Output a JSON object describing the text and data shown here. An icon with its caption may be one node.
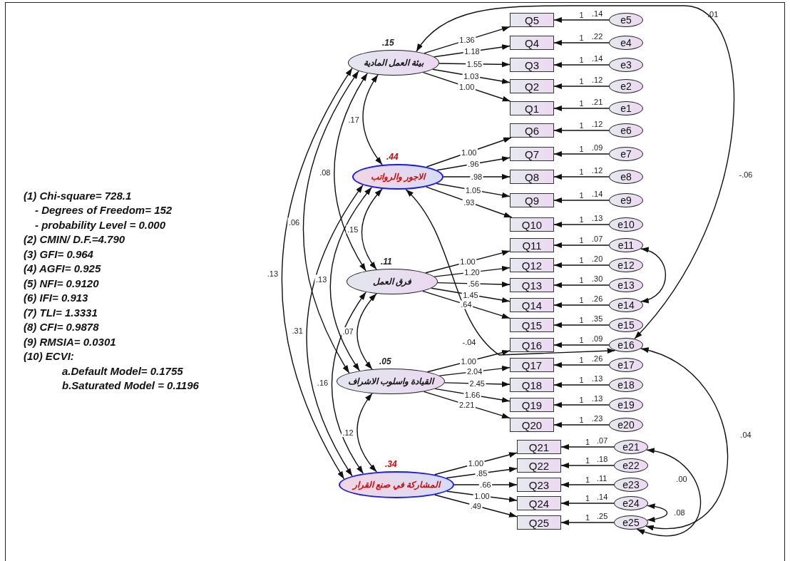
{
  "diagram": {
    "nodes": [
      {
        "text": [
          "بيئة العمل المادية"
        ],
        "beside": [
          ".15"
        ]
      },
      {
        "text": [
          "الاجور والرواتب"
        ],
        "beside": [
          ".44"
        ]
      },
      {
        "text": [
          "فرق العمل"
        ],
        "beside": [
          ".11"
        ]
      },
      {
        "text": [
          "القيادة واسلوب الاشراف"
        ],
        "beside": [
          ".05"
        ]
      },
      {
        "text": [
          "المشاركة في صنع القرار"
        ],
        "beside": [
          ".34"
        ]
      },
      {
        "text": [
          "Q5"
        ]
      },
      {
        "text": [
          "Q4"
        ]
      },
      {
        "text": [
          "Q3"
        ]
      },
      {
        "text": [
          "Q2"
        ]
      },
      {
        "text": [
          "Q1"
        ]
      },
      {
        "text": [
          "Q6"
        ]
      },
      {
        "text": [
          "Q7"
        ]
      },
      {
        "text": [
          "Q8"
        ]
      },
      {
        "text": [
          "Q9"
        ]
      },
      {
        "text": [
          "Q10"
        ]
      },
      {
        "text": [
          "Q11"
        ]
      },
      {
        "text": [
          "Q12"
        ]
      },
      {
        "text": [
          "Q13"
        ]
      },
      {
        "text": [
          "Q14"
        ]
      },
      {
        "text": [
          "Q15"
        ]
      },
      {
        "text": [
          "Q16"
        ]
      },
      {
        "text": [
          "Q17"
        ]
      },
      {
        "text": [
          "Q18"
        ]
      },
      {
        "text": [
          "Q19"
        ]
      },
      {
        "text": [
          "Q20"
        ]
      },
      {
        "text": [
          "Q21"
        ]
      },
      {
        "text": [
          "Q22"
        ]
      },
      {
        "text": [
          "Q23"
        ]
      },
      {
        "text": [
          "Q24"
        ]
      },
      {
        "text": [
          "Q25"
        ]
      },
      {
        "text": [
          "e5"
        ],
        "beside": [
          ".14"
        ]
      },
      {
        "text": [
          "e4"
        ],
        "beside": [
          ".22"
        ]
      },
      {
        "text": [
          "e3"
        ],
        "beside": [
          ".14"
        ]
      },
      {
        "text": [
          "e2"
        ],
        "beside": [
          ".12"
        ]
      },
      {
        "text": [
          "e1"
        ],
        "beside": [
          ".21"
        ]
      },
      {
        "text": [
          "e6"
        ],
        "beside": [
          ".12"
        ]
      },
      {
        "text": [
          "e7"
        ],
        "beside": [
          ".09"
        ]
      },
      {
        "text": [
          "e8"
        ],
        "beside": [
          ".12"
        ]
      },
      {
        "text": [
          "e9"
        ],
        "beside": [
          ".14"
        ]
      },
      {
        "text": [
          "e10"
        ],
        "beside": [
          ".13"
        ]
      },
      {
        "text": [
          "e11"
        ],
        "beside": [
          ".07"
        ]
      },
      {
        "text": [
          "e12"
        ],
        "beside": [
          ".20"
        ]
      },
      {
        "text": [
          "e13"
        ],
        "beside": [
          ".30"
        ]
      },
      {
        "text": [
          "e14"
        ],
        "beside": [
          ".26"
        ]
      },
      {
        "text": [
          "e15"
        ],
        "beside": [
          ".35"
        ]
      },
      {
        "text": [
          "e16"
        ],
        "beside": [
          ".09"
        ]
      },
      {
        "text": [
          "e17"
        ],
        "beside": [
          ".26"
        ]
      },
      {
        "text": [
          "e18"
        ],
        "beside": [
          ".13"
        ]
      },
      {
        "text": [
          "e19"
        ],
        "beside": [
          ".13"
        ]
      },
      {
        "text": [
          "e20"
        ],
        "beside": [
          ".23"
        ]
      },
      {
        "text": [
          "e21"
        ],
        "beside": [
          ".07"
        ]
      },
      {
        "text": [
          "e22"
        ],
        "beside": [
          ".18"
        ]
      },
      {
        "text": [
          "e23"
        ],
        "beside": [
          ".11"
        ]
      },
      {
        "text": [
          "e24"
        ],
        "beside": [
          ".14"
        ]
      },
      {
        "text": [
          "e25"
        ],
        "beside": [
          ".25"
        ]
      }
    ],
    "edges": [
      {
        "from": 0,
        "to": 5,
        "arrow": "to",
        "label": "1.36"
      },
      {
        "from": 0,
        "to": 6,
        "arrow": "to",
        "label": "1.18"
      },
      {
        "from": 0,
        "to": 7,
        "arrow": "to",
        "label": "1.55"
      },
      {
        "from": 0,
        "to": 8,
        "arrow": "to",
        "label": "1.03"
      },
      {
        "from": 0,
        "to": 9,
        "arrow": "to",
        "label": "1.00"
      },
      {
        "from": 1,
        "to": 10,
        "arrow": "to",
        "label": "1.00"
      },
      {
        "from": 1,
        "to": 11,
        "arrow": "to",
        "label": ".96"
      },
      {
        "from": 1,
        "to": 12,
        "arrow": "to",
        "label": ".98"
      },
      {
        "from": 1,
        "to": 13,
        "arrow": "to",
        "label": "1.05"
      },
      {
        "from": 1,
        "to": 14,
        "arrow": "to",
        "label": ".93"
      },
      {
        "from": 2,
        "to": 15,
        "arrow": "to",
        "label": "1.00"
      },
      {
        "from": 2,
        "to": 16,
        "arrow": "to",
        "label": "1.20"
      },
      {
        "from": 2,
        "to": 17,
        "arrow": "to",
        "label": ".56"
      },
      {
        "from": 2,
        "to": 18,
        "arrow": "to",
        "label": "1.45"
      },
      {
        "from": 2,
        "to": 19,
        "arrow": "to",
        "label": ".64"
      },
      {
        "from": 3,
        "to": 20,
        "arrow": "to",
        "label": "1.00"
      },
      {
        "from": 3,
        "to": 21,
        "arrow": "to",
        "label": "2.04"
      },
      {
        "from": 3,
        "to": 22,
        "arrow": "to",
        "label": "2.45"
      },
      {
        "from": 3,
        "to": 23,
        "arrow": "to",
        "label": "1.66"
      },
      {
        "from": 3,
        "to": 24,
        "arrow": "to",
        "label": "2.21"
      },
      {
        "from": 4,
        "to": 25,
        "arrow": "to",
        "label": "1.00"
      },
      {
        "from": 4,
        "to": 26,
        "arrow": "to",
        "label": ".85"
      },
      {
        "from": 4,
        "to": 27,
        "arrow": "to",
        "label": ".66"
      },
      {
        "from": 4,
        "to": 28,
        "arrow": "to",
        "label": "1.00"
      },
      {
        "from": 4,
        "to": 29,
        "arrow": "to",
        "label": ".49"
      },
      {
        "from": 30,
        "to": 5,
        "arrow": "to",
        "label": "1"
      },
      {
        "from": 31,
        "to": 6,
        "arrow": "to",
        "label": "1"
      },
      {
        "from": 32,
        "to": 7,
        "arrow": "to",
        "label": "1"
      },
      {
        "from": 33,
        "to": 8,
        "arrow": "to",
        "label": "1"
      },
      {
        "from": 34,
        "to": 9,
        "arrow": "to",
        "label": "1"
      },
      {
        "from": 35,
        "to": 10,
        "arrow": "to",
        "label": "1"
      },
      {
        "from": 36,
        "to": 11,
        "arrow": "to",
        "label": "1"
      },
      {
        "from": 37,
        "to": 12,
        "arrow": "to",
        "label": "1"
      },
      {
        "from": 38,
        "to": 13,
        "arrow": "to",
        "label": "1"
      },
      {
        "from": 39,
        "to": 14,
        "arrow": "to",
        "label": "1"
      },
      {
        "from": 40,
        "to": 15,
        "arrow": "to",
        "label": "1"
      },
      {
        "from": 41,
        "to": 16,
        "arrow": "to",
        "label": "1"
      },
      {
        "from": 42,
        "to": 17,
        "arrow": "to",
        "label": "1"
      },
      {
        "from": 43,
        "to": 18,
        "arrow": "to",
        "label": "1"
      },
      {
        "from": 44,
        "to": 19,
        "arrow": "to",
        "label": "1"
      },
      {
        "from": 45,
        "to": 20,
        "arrow": "to",
        "label": "1"
      },
      {
        "from": 46,
        "to": 21,
        "arrow": "to",
        "label": "1"
      },
      {
        "from": 47,
        "to": 22,
        "arrow": "to",
        "label": "1"
      },
      {
        "from": 48,
        "to": 23,
        "arrow": "to",
        "label": "1"
      },
      {
        "from": 49,
        "to": 24,
        "arrow": "to",
        "label": "1"
      },
      {
        "from": 50,
        "to": 25,
        "arrow": "to",
        "label": "1"
      },
      {
        "from": 51,
        "to": 26,
        "arrow": "to",
        "label": "1"
      },
      {
        "from": 52,
        "to": 27,
        "arrow": "to",
        "label": "1"
      },
      {
        "from": 53,
        "to": 28,
        "arrow": "to",
        "label": "1"
      },
      {
        "from": 54,
        "to": 29,
        "arrow": "to",
        "label": "1"
      },
      {
        "from": 0,
        "to": 1,
        "arrow": "both",
        "label": ".17"
      },
      {
        "from": 0,
        "to": 2,
        "arrow": "both",
        "label": ".08"
      },
      {
        "from": 0,
        "to": 3,
        "arrow": "both",
        "label": ".06"
      },
      {
        "from": 0,
        "to": 4,
        "arrow": "both",
        "label": ".13"
      },
      {
        "from": 1,
        "to": 2,
        "arrow": "both",
        "label": ".15"
      },
      {
        "from": 1,
        "to": 3,
        "arrow": "both",
        "label": ".13"
      },
      {
        "from": 1,
        "to": 4,
        "arrow": "both",
        "label": ".31"
      },
      {
        "from": 2,
        "to": 3,
        "arrow": "both",
        "label": ".07"
      },
      {
        "from": 2,
        "to": 4,
        "arrow": "both",
        "label": ".16"
      },
      {
        "from": 3,
        "to": 4,
        "arrow": "both",
        "label": ".12"
      },
      {
        "from": 0,
        "to": 45,
        "arrow": "both",
        "label": "-.06"
      },
      {
        "from": 1,
        "to": 45,
        "arrow": "both",
        "label": "-.04"
      },
      {
        "from": 40,
        "to": 43,
        "arrow": "both"
      },
      {
        "from": 45,
        "to": 54,
        "arrow": "both",
        "label": ".04"
      },
      {
        "from": 50,
        "to": 54,
        "arrow": "both",
        "label": ".00"
      },
      {
        "from": 53,
        "to": 54,
        "arrow": "both",
        "label": ".08"
      }
    ],
    "labels": [
      ".01",
      "(1) Chi-square= 728.1",
      "- Degrees of Freedom= 152",
      "- probability Level = 0.000",
      "(2) CMIN/ D.F.=4.790",
      "(3) GFI= 0.964",
      "(4) AGFI= 0.925",
      "(5) NFI= 0.9120",
      "(6) IFI= 0.913",
      "(7) TLI= 1.3331",
      "(8) CFI= 0.9878",
      "(9) RMSIA= 0.0301",
      "(10) ECVI:",
      "a.Default Model= 0.1755",
      "b.Saturated Model = 0.1196"
    ]
  }
}
